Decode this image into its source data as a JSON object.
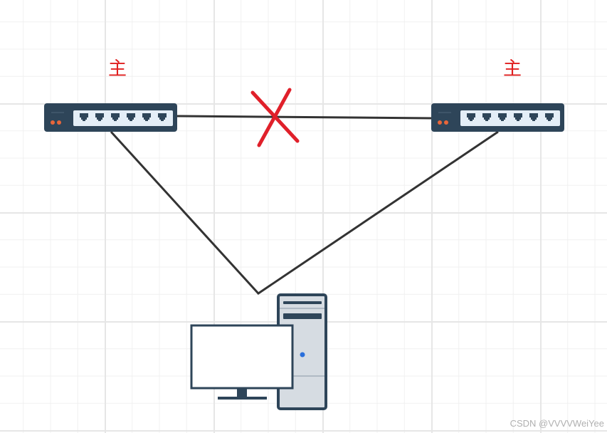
{
  "nodes": {
    "switch_left": {
      "label": "主"
    },
    "switch_right": {
      "label": "主"
    }
  },
  "links": [
    {
      "from": "switch_left",
      "to": "switch_right",
      "status": "blocked"
    },
    {
      "from": "switch_left",
      "to": "computer",
      "status": "active"
    },
    {
      "from": "switch_right",
      "to": "computer",
      "status": "active"
    }
  ],
  "colors": {
    "device": "#2e4559",
    "port_panel": "#e4eef7",
    "led": "#e8663a",
    "cross": "#e0202a",
    "link": "#333333"
  },
  "watermark": "CSDN @VVVVWeiYee"
}
